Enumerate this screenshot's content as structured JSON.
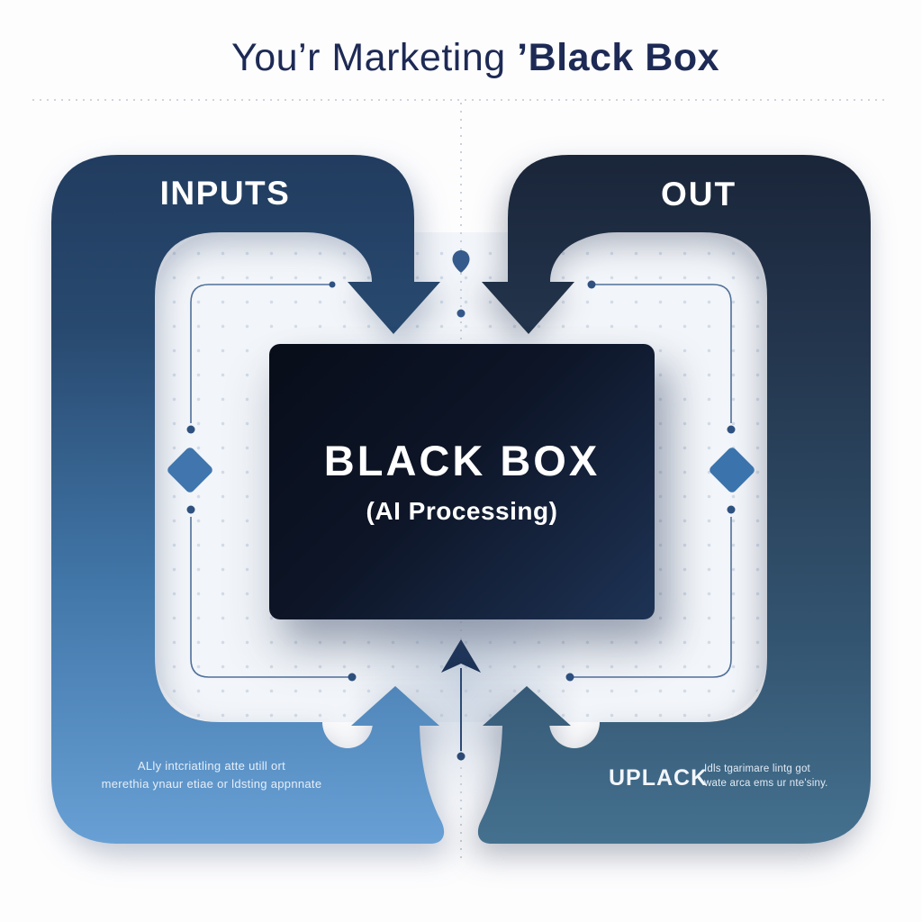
{
  "title": {
    "regular": "You’r Marketing ",
    "bold": "’Black Box"
  },
  "inputs": {
    "label": "INPUTS",
    "note_line1": "ALly intcriatling atte utill ort",
    "note_line2": "merethia ynaur etiae or ldsting appnnate"
  },
  "outputs": {
    "label": "OUT",
    "badge": "UPLACK",
    "note_line1": "Idls tgarimare lintg got",
    "note_line2": "wate arca ems ur nte'siny."
  },
  "black_box": {
    "title": "BLACK BOX",
    "subtitle": "(AI Processing)"
  },
  "colors": {
    "title_text": "#1d2a55",
    "left_arrow_gradient_top": "#213c5f",
    "left_arrow_gradient_bottom": "#68a0d5",
    "right_arrow_gradient_top": "#1a2539",
    "right_arrow_gradient_bottom": "#44718f",
    "black_box_dark": "#080d19",
    "black_box_light": "#1e3355",
    "diamond": "#4076ad",
    "connector_line": "#50709a",
    "marker_dot": "#2e5180",
    "dashed_guide": "#c9d1dd"
  }
}
